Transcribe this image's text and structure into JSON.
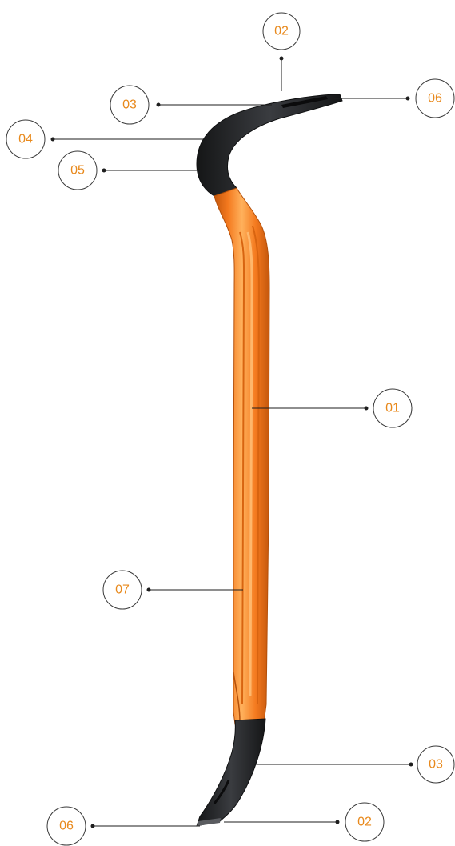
{
  "diagram": {
    "subject": "wrecking-bar",
    "colors": {
      "handle": "#f47a1f",
      "handle_highlight": "#ffb15c",
      "handle_shadow": "#c55a0c",
      "steel": "#2b2d30",
      "steel_edge": "#121314",
      "callout_text": "#e8891c",
      "leader": "#1e1e1e"
    },
    "callouts": {
      "top_02": "02",
      "top_03": "03",
      "top_04": "04",
      "top_05": "05",
      "top_06": "06",
      "mid_01": "01",
      "mid_07": "07",
      "bottom_03": "03",
      "bottom_02": "02",
      "bottom_06": "06"
    }
  }
}
